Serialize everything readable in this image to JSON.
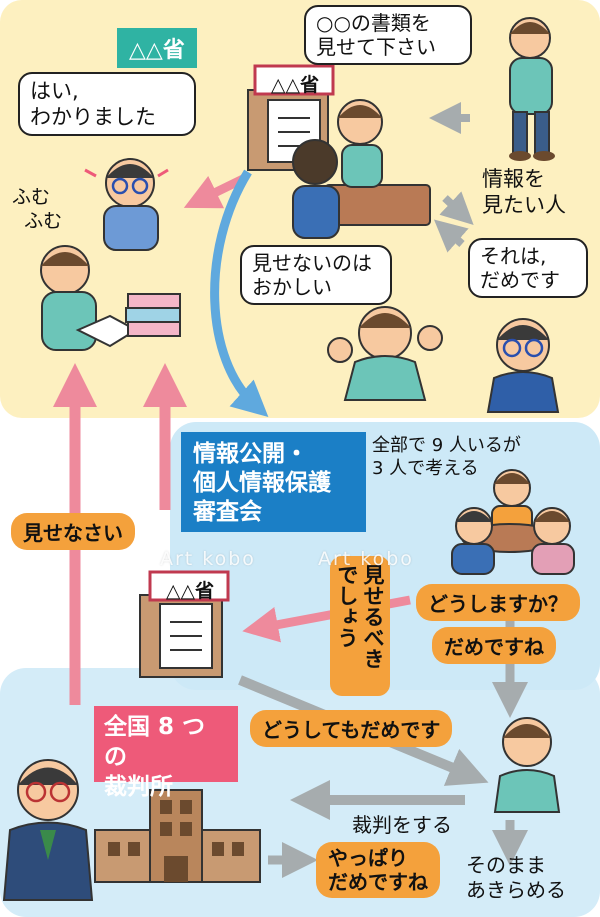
{
  "ministry_label": "△△省",
  "speech": {
    "request": "○○の書類を\n見せて下さい",
    "reply_yes": "はい,\nわかりました",
    "refuse": "それは,\nだめです",
    "protest": "見せないのは\nおかしい"
  },
  "labels": {
    "requester": "情報を\n見たい人",
    "hmm": "ふむ\n  ふむ",
    "board_name": "情報公開・\n個人情報保護\n審査会",
    "board_note": "全部で 9 人いるが\n3 人で考える",
    "court_name": "全国 8 つの\n裁判所",
    "lawsuit": "裁判をする",
    "give_up": "そのまま\nあきらめる"
  },
  "pills": {
    "order_show": "見せなさい",
    "question": "どうしますか？",
    "no_good": "だめですね",
    "should_show": "見せるべき\nでしょう",
    "absolutely_no": "どうしてもだめです",
    "still_no": "やっぱり\nだめですね"
  },
  "watermark": "Art kobo",
  "colors": {
    "ministry_tag": "#2fb3a3",
    "board_box": "#1b7fc6",
    "court_box": "#ee5a79",
    "pill": "#f4a13c",
    "zone_ministry": "#fdf0c0",
    "zone_board": "#cde9f7",
    "arrow_pink": "#ee8a9c",
    "arrow_gray": "#a6acae",
    "arrow_blue": "#5fa9de"
  }
}
